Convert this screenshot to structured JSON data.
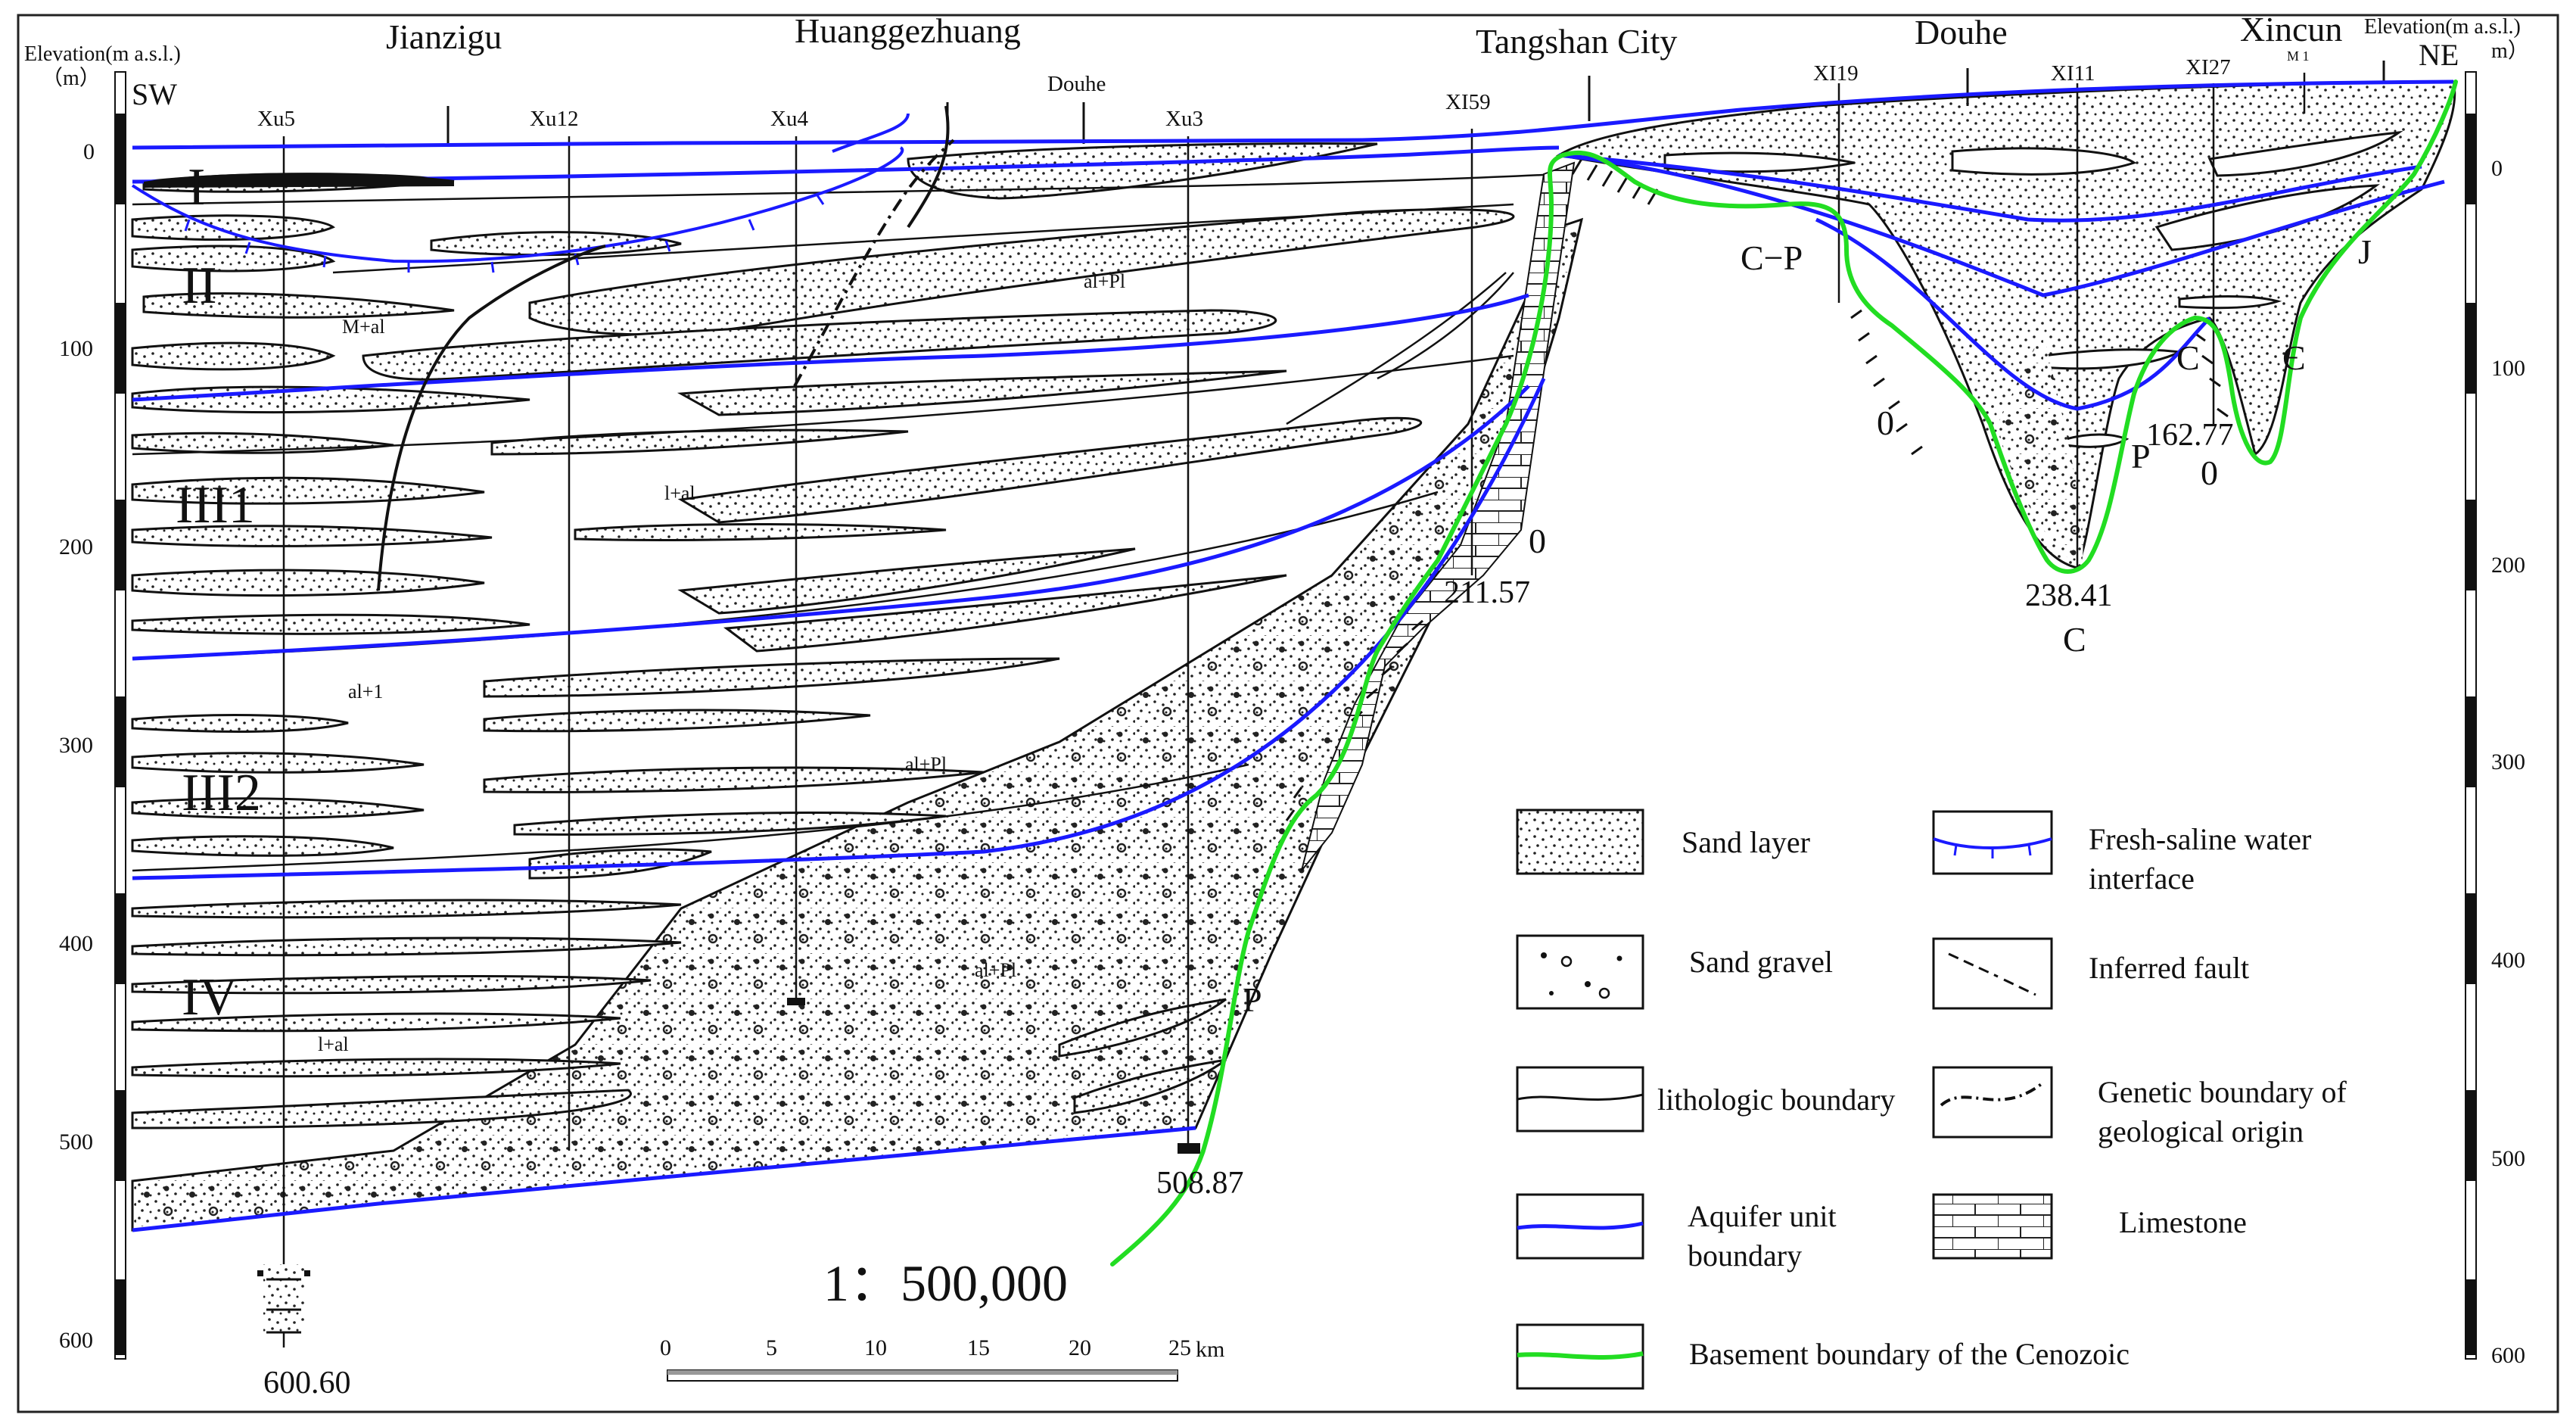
{
  "axes": {
    "left_title": "Elevation(m a.s.l.)",
    "left_unit": "（m）",
    "right_title": "Elevation(m a.s.l.)",
    "right_unit": "m）",
    "left_ticks": [
      "0",
      "100",
      "200",
      "300",
      "400",
      "500",
      "600"
    ],
    "right_ticks": [
      "0",
      "100",
      "200",
      "300",
      "400",
      "500",
      "600"
    ],
    "sw": "SW",
    "ne": "NE"
  },
  "places": {
    "jianzigu": "Jianzigu",
    "huanggezhuang": "Huanggezhuang",
    "douhe_small": "Douhe",
    "tangshan": "Tangshan City",
    "douhe": "Douhe",
    "xincun": "Xincun"
  },
  "wells": {
    "xu5": "Xu5",
    "xu12": "Xu12",
    "xu4": "Xu4",
    "xu3": "Xu3",
    "xi59": "XI59",
    "xi19": "XI19",
    "xi11": "XI11",
    "xi27": "XI27",
    "m1": "M 1"
  },
  "aquifer_units": {
    "u1": "I",
    "u2": "II",
    "u3_1": "III1",
    "u3_2": "III2",
    "u4": "IV"
  },
  "genetic_labels": {
    "m_al": "M+al",
    "l_al_1": "l+al",
    "al_l": "al+1",
    "al_pl_1": "al+Pl",
    "al_pl_2": "al+Pl",
    "al_pl_3": "al+Pl",
    "l_al_2": "l+al"
  },
  "strata_labels": {
    "o1": "0",
    "cp": "C−P",
    "o2": "0",
    "p1": "P",
    "c1": "C",
    "c2": "C",
    "cambrian": "Є",
    "o3": "0",
    "j": "J",
    "p2": "P"
  },
  "depths": {
    "d1": "211.57",
    "d2": "238.41",
    "d3": "162.77",
    "d4": "508.87",
    "d5": "600.60"
  },
  "scale_bar": {
    "ticks": [
      "0",
      "5",
      "10",
      "15",
      "20",
      "25"
    ],
    "unit": "km",
    "ratio": "1：500,000"
  },
  "legend": {
    "sand_layer": "Sand layer",
    "sand_gravel": "Sand gravel",
    "lithologic_boundary": "lithologic boundary",
    "aquifer_boundary_line1": "Aquifer unit",
    "aquifer_boundary_line2": "boundary",
    "fresh_saline_line1": "Fresh-saline water",
    "fresh_saline_line2": "interface",
    "inferred_fault": "Inferred fault",
    "genetic_line1": "Genetic boundary of",
    "genetic_line2": "geological origin",
    "limestone": "Limestone",
    "basement": "Basement boundary of the Cenozoic"
  },
  "colors": {
    "aquifer_boundary": "#1a1aff",
    "basement_boundary": "#22dd22",
    "linework": "#111111"
  }
}
